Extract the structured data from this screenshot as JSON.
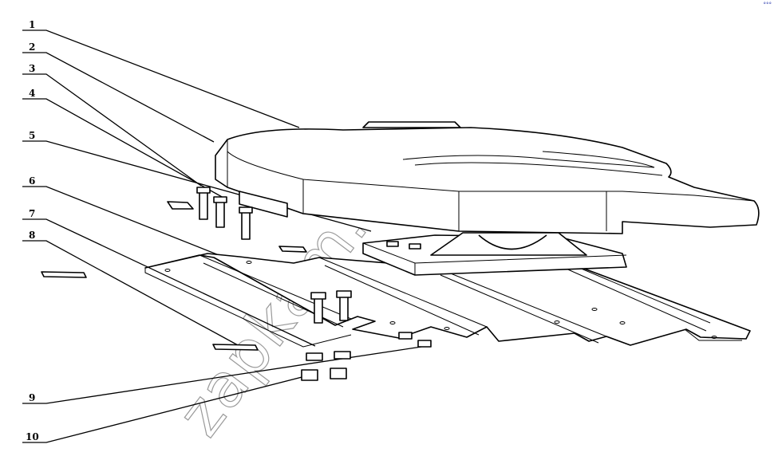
{
  "callouts": [
    "1",
    "2",
    "3",
    "4",
    "5",
    "6",
    "7",
    "8",
    "9",
    "10"
  ],
  "watermark": "zapkam.ru",
  "corner_mark": "°°°"
}
